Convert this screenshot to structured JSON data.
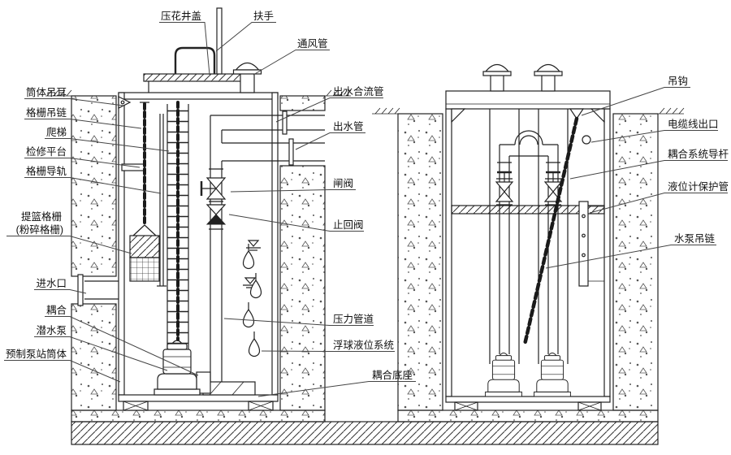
{
  "colors": {
    "line": "#1c1c1c",
    "background": "#ffffff"
  },
  "labels": {
    "well_cover": "压花井盖",
    "handrail": "扶手",
    "vent_pipe": "通风管",
    "shell_lug": "筒体吊耳",
    "grille_chain": "格栅吊链",
    "ladder": "爬梯",
    "platform": "检修平台",
    "grille_rail": "格栅导轨",
    "basket1": "提篮格栅",
    "basket2": "(粉碎格栅)",
    "inlet": "进水口",
    "coupling": "耦合",
    "pump": "潜水泵",
    "shell": "预制泵站筒体",
    "confluence": "出水合流管",
    "outlet": "出水管",
    "gate_valve": "闸阀",
    "check_valve": "止回阀",
    "pressure_pipe": "压力管道",
    "float_system": "浮球液位系统",
    "coupling_base": "耦合底座",
    "hook": "吊钩",
    "cable_outlet": "电缆线出口",
    "guide_rod": "耦合系统导杆",
    "level_tube": "液位计保护管",
    "pump_chain": "水泵吊链"
  }
}
